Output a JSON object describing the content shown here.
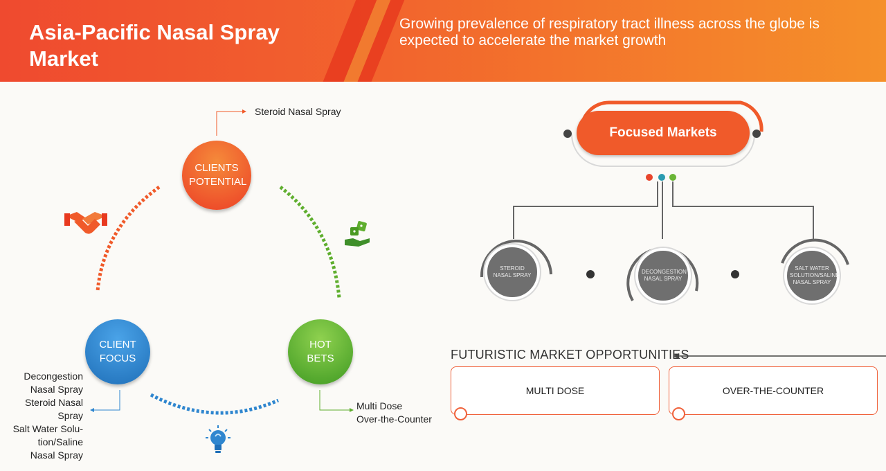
{
  "header": {
    "title": "Asia-Pacific Nasal Spray Market",
    "subtitle": "Growing prevalence of respiratory tract illness across the globe is expected to accelerate the market growth"
  },
  "cycle": {
    "clients_potential": {
      "label": "CLIENTS POTENTIAL",
      "item": "Steroid Nasal Spray"
    },
    "client_focus": {
      "label": "CLIENT FOCUS",
      "items": [
        "Decongestion",
        "Nasal Spray",
        "Steroid Nasal",
        "Spray",
        "Salt Water Solu-",
        "tion/Saline",
        "Nasal Spray"
      ]
    },
    "hot_bets": {
      "label": "HOT BETS",
      "items": [
        "Multi Dose",
        "Over-the-Counter"
      ]
    },
    "colors": {
      "orange": "#f05a2a",
      "green": "#5fae2e",
      "blue": "#2f86cf"
    },
    "icons": [
      "handshake-icon",
      "dice-hand-icon",
      "lightbulb-icon"
    ]
  },
  "focused": {
    "title": "Focused Markets",
    "segments": [
      "STEROID NASAL SPRAY",
      "DECONGESTION NASAL SPRAY",
      "SALT WATER SOLUTION/SALINE NASAL SPRAY"
    ]
  },
  "futuristic": {
    "title": "FUTURISTIC MARKET OPPORTUNITIES",
    "boxes": [
      "MULTI DOSE",
      "OVER-THE-COUNTER"
    ]
  }
}
